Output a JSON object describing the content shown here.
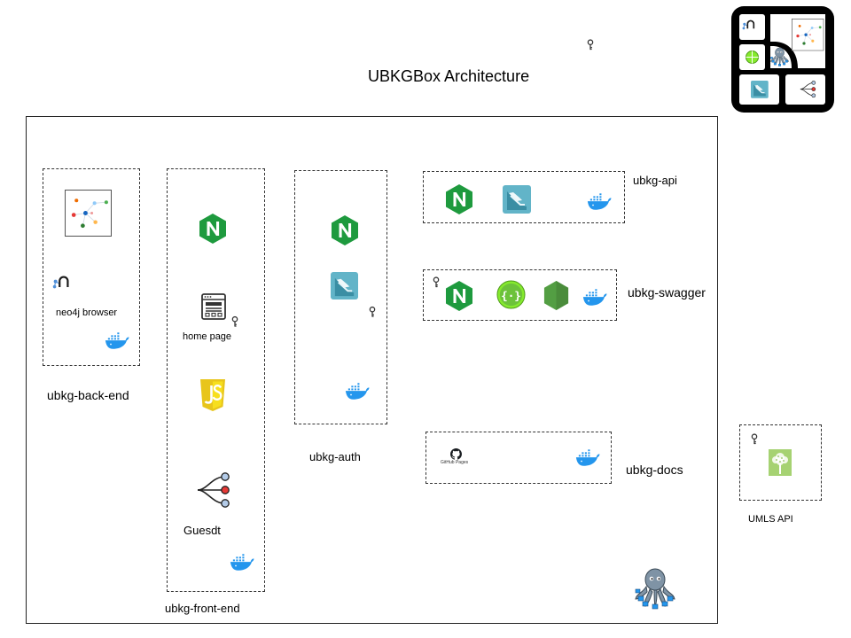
{
  "diagram": {
    "title": "UBKGBox Architecture",
    "containers": {
      "back_end": {
        "label": "ubkg-back-end",
        "sub_label": "neo4j browser"
      },
      "front_end": {
        "label": "ubkg-front-end",
        "home_page_label": "home page",
        "guesdt_label": "Guesdt"
      },
      "auth": {
        "label": "ubkg-auth"
      },
      "api": {
        "label": "ubkg-api"
      },
      "swagger": {
        "label": "ubkg-swagger"
      },
      "docs": {
        "label": "ubkg-docs",
        "github_pages_text": "GitHub Pages"
      }
    },
    "external": {
      "umls": {
        "label": "UMLS API"
      }
    },
    "icons": {
      "nginx": "nginx-icon",
      "docker": "docker-icon",
      "flask": "flask-icon",
      "key": "key-icon",
      "neo4j_graph": "neo4j-graph-icon",
      "neo4j_logo": "neo4j-logo-icon",
      "javascript": "javascript-icon",
      "webpage": "webpage-icon",
      "guesdt_tree": "guesdt-tree-icon",
      "swagger": "swagger-icon",
      "nodejs": "nodejs-icon",
      "github": "github-icon",
      "octopus": "docker-compose-octopus-icon",
      "umls": "umls-tree-icon",
      "app_logo": "ubkgbox-logo-icon"
    },
    "colors": {
      "nginx": "#1e9a3e",
      "docker": "#2496ed",
      "javascript": "#f0db4f",
      "swagger": "#85ea2d",
      "nodejs": "#539e43",
      "flask_bg": "#62b4c8",
      "umls": "#a6d272",
      "guesdt_red": "#e53935",
      "guesdt_blue": "#b3cbe8",
      "logo_frame": "#000000"
    }
  }
}
